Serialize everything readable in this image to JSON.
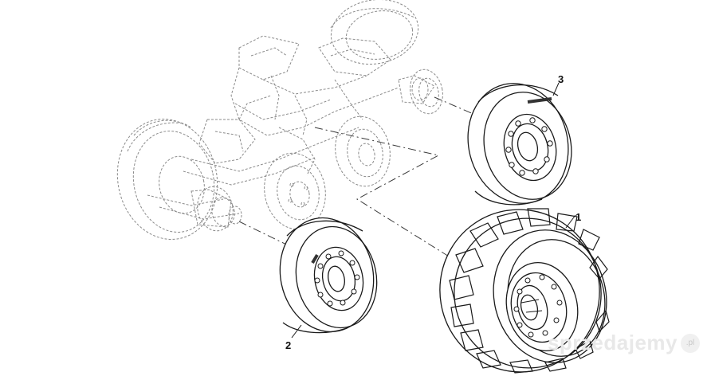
{
  "callouts": [
    {
      "id": "1",
      "label": "1"
    },
    {
      "id": "2",
      "label": "2"
    },
    {
      "id": "3",
      "label": "3"
    }
  ],
  "watermark": {
    "text": "sprzedajemy",
    "badge": ".pl"
  },
  "colors": {
    "line": "#1a1a1a",
    "ghost": "#9a9a9a",
    "background": "#ffffff"
  }
}
